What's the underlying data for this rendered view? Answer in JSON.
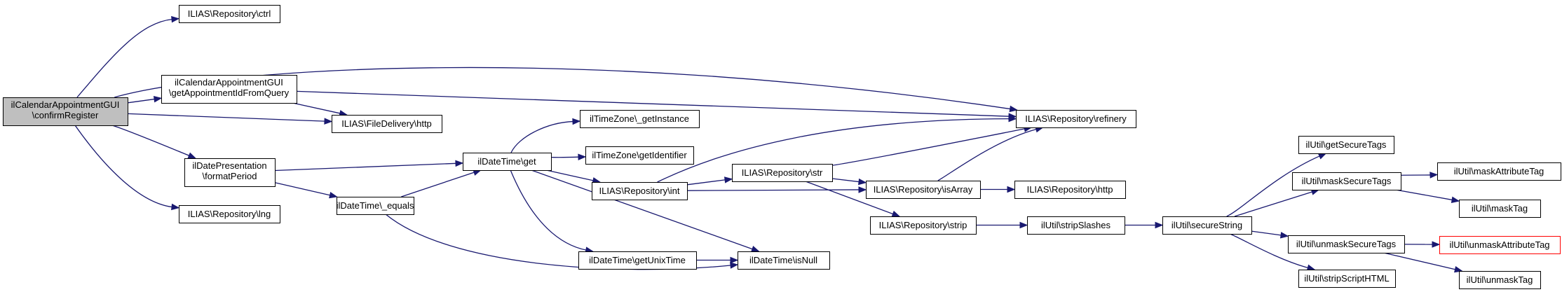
{
  "colors": {
    "edge": "#191970",
    "root_fill": "#bfbfbf",
    "node_border": "#000000",
    "truncated_border": "#ff0000"
  },
  "nodes": {
    "root": [
      "ilCalendarAppointmentGUI",
      "\\confirmRegister"
    ],
    "ctrl": [
      "ILIAS\\Repository\\ctrl"
    ],
    "getApptId": [
      "ilCalendarAppointmentGUI",
      "\\getAppointmentIdFromQuery"
    ],
    "fdHttp": [
      "ILIAS\\FileDelivery\\http"
    ],
    "formatPeriod": [
      "ilDatePresentation",
      "\\formatPeriod"
    ],
    "lng": [
      "ILIAS\\Repository\\lng"
    ],
    "equals": [
      "ilDateTime\\_equals"
    ],
    "get": [
      "ilDateTime\\get"
    ],
    "tzGetInstance": [
      "ilTimeZone\\_getInstance"
    ],
    "tzGetIdentifier": [
      "ilTimeZone\\getIdentifier"
    ],
    "repoInt": [
      "ILIAS\\Repository\\int"
    ],
    "getUnixTime": [
      "ilDateTime\\getUnixTime"
    ],
    "isNull": [
      "ilDateTime\\isNull"
    ],
    "repoStr": [
      "ILIAS\\Repository\\str"
    ],
    "refinery": [
      "ILIAS\\Repository\\refinery"
    ],
    "isArray": [
      "ILIAS\\Repository\\isArray"
    ],
    "repoHttp": [
      "ILIAS\\Repository\\http"
    ],
    "strip": [
      "ILIAS\\Repository\\strip"
    ],
    "stripSlashes": [
      "ilUtil\\stripSlashes"
    ],
    "secureString": [
      "ilUtil\\secureString"
    ],
    "getSecureTags": [
      "ilUtil\\getSecureTags"
    ],
    "maskSecureTags": [
      "ilUtil\\maskSecureTags"
    ],
    "unmaskSecureTags": [
      "ilUtil\\unmaskSecureTags"
    ],
    "stripScriptHTML": [
      "ilUtil\\stripScriptHTML"
    ],
    "maskAttributeTag": [
      "ilUtil\\maskAttributeTag"
    ],
    "maskTag": [
      "ilUtil\\maskTag"
    ],
    "unmaskAttributeTag": [
      "ilUtil\\unmaskAttributeTag"
    ],
    "unmaskTag": [
      "ilUtil\\unmaskTag"
    ]
  },
  "edges": [
    [
      "root",
      "ctrl"
    ],
    [
      "root",
      "refinery"
    ],
    [
      "root",
      "getApptId"
    ],
    [
      "root",
      "fdHttp"
    ],
    [
      "root",
      "formatPeriod"
    ],
    [
      "root",
      "lng"
    ],
    [
      "getApptId",
      "refinery"
    ],
    [
      "getApptId",
      "fdHttp"
    ],
    [
      "formatPeriod",
      "get"
    ],
    [
      "formatPeriod",
      "equals"
    ],
    [
      "equals",
      "get"
    ],
    [
      "equals",
      "isNull"
    ],
    [
      "get",
      "tzGetInstance"
    ],
    [
      "get",
      "tzGetIdentifier"
    ],
    [
      "get",
      "repoInt"
    ],
    [
      "get",
      "getUnixTime"
    ],
    [
      "get",
      "isNull"
    ],
    [
      "repoInt",
      "refinery"
    ],
    [
      "repoInt",
      "repoStr"
    ],
    [
      "repoInt",
      "isArray"
    ],
    [
      "getUnixTime",
      "isNull"
    ],
    [
      "repoStr",
      "refinery"
    ],
    [
      "repoStr",
      "isArray"
    ],
    [
      "repoStr",
      "strip"
    ],
    [
      "isArray",
      "refinery"
    ],
    [
      "isArray",
      "repoHttp"
    ],
    [
      "strip",
      "stripSlashes"
    ],
    [
      "stripSlashes",
      "secureString"
    ],
    [
      "secureString",
      "getSecureTags"
    ],
    [
      "secureString",
      "maskSecureTags"
    ],
    [
      "secureString",
      "unmaskSecureTags"
    ],
    [
      "secureString",
      "stripScriptHTML"
    ],
    [
      "maskSecureTags",
      "maskAttributeTag"
    ],
    [
      "maskSecureTags",
      "maskTag"
    ],
    [
      "unmaskSecureTags",
      "unmaskAttributeTag"
    ],
    [
      "unmaskSecureTags",
      "unmaskTag"
    ]
  ]
}
